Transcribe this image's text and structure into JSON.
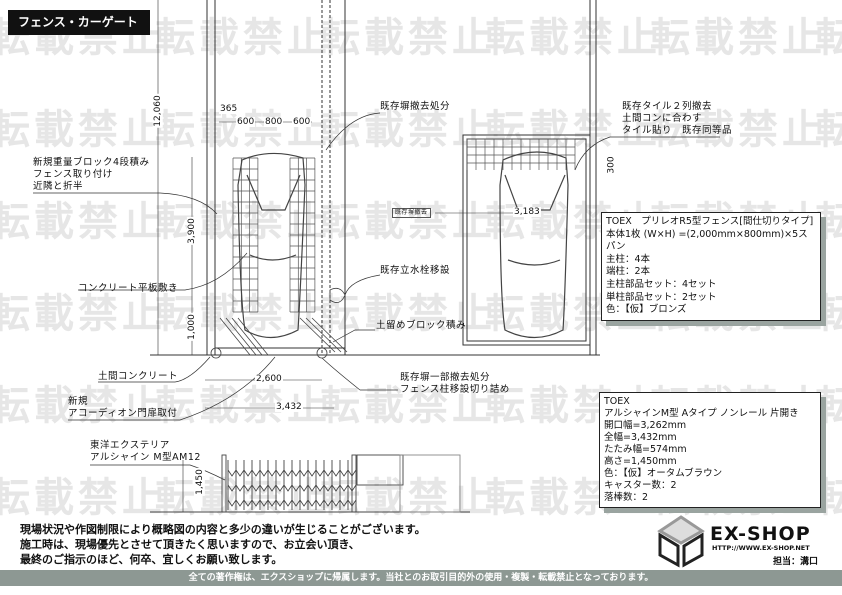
{
  "title": "フェンス・カーゲート",
  "watermark": "転載禁止",
  "dimensions": {
    "total_depth": "12,060",
    "d365": "365",
    "d600a": "600",
    "d800": "800",
    "d600b": "600",
    "d3900": "3,900",
    "d1000": "1,000",
    "d3183": "3,183",
    "d300": "300",
    "d2600": "2,600",
    "d3432": "3,432",
    "d1450": "1,450"
  },
  "labels": {
    "new_block": [
      "新規重量ブロック4段積み",
      "フェンス取り付け",
      "近隣と折半"
    ],
    "remove_wall": "既存塀撤去処分",
    "tile": [
      "既存タイル２列撤去",
      "土間コンに合わす",
      "タイル貼り　既存同等品"
    ],
    "small_tag": "既存塀撤去",
    "concrete_slab": "コンクリート平板敷き",
    "faucet": "既存立水栓移設",
    "stop_block": "土留めブロック積み",
    "earth_concrete": "土間コンクリート",
    "accordion": [
      "新規",
      "アコーディオン門扉取付"
    ],
    "partial_remove": [
      "既存塀一部撤去処分",
      "フェンス柱移設切り詰め"
    ],
    "elevation": [
      "東洋エクステリア",
      "アルシャイン M型AM12"
    ]
  },
  "fence_spec": [
    "TOEX　プリレオR5型フェンス[間仕切りタイプ]",
    "本体1枚 (W×H) =(2,000mm×800mm)×5スパン",
    "主柱：4本",
    "端柱：2本",
    "主柱部品セット：4セット",
    "単柱部品セット：2セット",
    "色：【仮】ブロンズ"
  ],
  "gate_spec": [
    "TOEX",
    "アルシャインM型 Aタイプ ノンレール 片開き",
    "開口幅=3,262mm",
    "全幅=3,432mm",
    "たたみ幅=574mm",
    "高さ=1,450mm",
    "色：【仮】オータムブラウン",
    "キャスター数：2",
    "落棒数：2"
  ],
  "notes": [
    "現場状況や作図制限により概略図の内容と多少の違いが生じることがございます。",
    "施工時は、現場優先とさせて頂きたく思いますので、お立会い頂き、",
    "最終のご指示のほど、何卒、宜しくお願い致します。"
  ],
  "logo": {
    "name": "EX-SHOP",
    "url": "HTTP://WWW.EX-SHOP.NET",
    "staff": "担当：溝口"
  },
  "footer": "全ての著作権は、エクスショップに帰属します。当社とのお取引目的外の使用・複製・転載禁止となっております。"
}
